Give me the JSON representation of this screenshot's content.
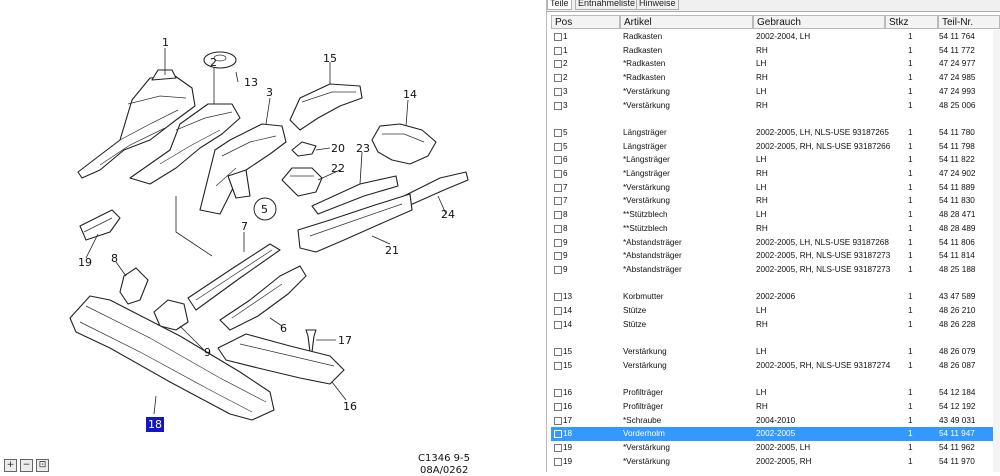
{
  "tabs": [
    "Teile",
    "Entnahmeliste",
    "Hinweise"
  ],
  "columns": [
    "Pos",
    "Artikel",
    "Gebrauch",
    "Stkz",
    "Teil-Nr."
  ],
  "rows": [
    {
      "pos": "1",
      "artikel": "Radkasten",
      "gebrauch": "2002-2004, LH",
      "stkz": "1",
      "teil": "54 11 764"
    },
    {
      "pos": "1",
      "artikel": "Radkasten",
      "gebrauch": "RH",
      "stkz": "1",
      "teil": "54 11 772"
    },
    {
      "pos": "2",
      "artikel": "*Radkasten",
      "gebrauch": "LH",
      "stkz": "1",
      "teil": "47 24 977"
    },
    {
      "pos": "2",
      "artikel": "*Radkasten",
      "gebrauch": "RH",
      "stkz": "1",
      "teil": "47 24 985"
    },
    {
      "pos": "3",
      "artikel": "*Verstärkung",
      "gebrauch": "LH",
      "stkz": "1",
      "teil": "47 24 993"
    },
    {
      "pos": "3",
      "artikel": "*Verstärkung",
      "gebrauch": "RH",
      "stkz": "1",
      "teil": "48 25 006"
    },
    {
      "blank": true
    },
    {
      "pos": "5",
      "artikel": "Längsträger",
      "gebrauch": "2002-2005, LH, NLS-USE 93187265",
      "stkz": "1",
      "teil": "54 11 780"
    },
    {
      "pos": "5",
      "artikel": "Längsträger",
      "gebrauch": "2002-2005, RH, NLS-USE 93187266",
      "stkz": "1",
      "teil": "54 11 798"
    },
    {
      "pos": "6",
      "artikel": "*Längsträger",
      "gebrauch": "LH",
      "stkz": "1",
      "teil": "54 11 822"
    },
    {
      "pos": "6",
      "artikel": "*Längsträger",
      "gebrauch": "RH",
      "stkz": "1",
      "teil": "47 24 902"
    },
    {
      "pos": "7",
      "artikel": "*Verstärkung",
      "gebrauch": "LH",
      "stkz": "1",
      "teil": "54 11 889"
    },
    {
      "pos": "7",
      "artikel": "*Verstärkung",
      "gebrauch": "RH",
      "stkz": "1",
      "teil": "54 11 830"
    },
    {
      "pos": "8",
      "artikel": "**Stützblech",
      "gebrauch": "LH",
      "stkz": "1",
      "teil": "48 28 471"
    },
    {
      "pos": "8",
      "artikel": "**Stützblech",
      "gebrauch": "RH",
      "stkz": "1",
      "teil": "48 28 489"
    },
    {
      "pos": "9",
      "artikel": "*Abstandsträger",
      "gebrauch": "2002-2005, LH, NLS-USE 93187268",
      "stkz": "1",
      "teil": "54 11 806"
    },
    {
      "pos": "9",
      "artikel": "*Abstandsträger",
      "gebrauch": "2002-2005, RH, NLS-USE 93187273",
      "stkz": "1",
      "teil": "54 11 814"
    },
    {
      "pos": "9",
      "artikel": "*Abstandsträger",
      "gebrauch": "2002-2005,  RH, NLS-USE 93187273",
      "stkz": "1",
      "teil": "48 25 188"
    },
    {
      "blank": true
    },
    {
      "pos": "13",
      "artikel": "Korbmutter",
      "gebrauch": "2002-2006",
      "stkz": "1",
      "teil": "43 47 589"
    },
    {
      "pos": "14",
      "artikel": "Stütze",
      "gebrauch": "LH",
      "stkz": "1",
      "teil": "48 26 210"
    },
    {
      "pos": "14",
      "artikel": "Stütze",
      "gebrauch": "RH",
      "stkz": "1",
      "teil": "48 26 228"
    },
    {
      "blank": true
    },
    {
      "pos": "15",
      "artikel": "Verstärkung",
      "gebrauch": "LH",
      "stkz": "1",
      "teil": "48 26 079"
    },
    {
      "pos": "15",
      "artikel": "Verstärkung",
      "gebrauch": "2002-2005, RH, NLS-USE 93187274",
      "stkz": "1",
      "teil": "48 26 087"
    },
    {
      "blank": true
    },
    {
      "pos": "16",
      "artikel": "Profilträger",
      "gebrauch": "LH",
      "stkz": "1",
      "teil": "54 12 184"
    },
    {
      "pos": "16",
      "artikel": "Profilträger",
      "gebrauch": "RH",
      "stkz": "1",
      "teil": "54 12 192"
    },
    {
      "pos": "17",
      "artikel": "*Schraube",
      "gebrauch": "2004-2010",
      "stkz": "1",
      "teil": "43 49 031"
    },
    {
      "pos": "18",
      "artikel": "Vorderholm",
      "gebrauch": "2002-2005",
      "stkz": "1",
      "teil": "54 11 947",
      "selected": true
    },
    {
      "pos": "19",
      "artikel": "*Verstärkung",
      "gebrauch": "2002-2005, LH",
      "stkz": "1",
      "teil": "54 11 962"
    },
    {
      "pos": "19",
      "artikel": "*Verstärkung",
      "gebrauch": "2002-2005, RH",
      "stkz": "1",
      "teil": "54 11 970"
    }
  ],
  "diagram": {
    "callouts": [
      "1",
      "2",
      "3",
      "5",
      "6",
      "7",
      "8",
      "9",
      "13",
      "14",
      "15",
      "16",
      "17",
      "18",
      "19",
      "20",
      "21",
      "22",
      "23",
      "24"
    ],
    "selected_callout": "18",
    "code_line1": "C1346 9-5",
    "code_line2": "08A/0262",
    "zoom_buttons": [
      "+",
      "−",
      "⊡"
    ]
  },
  "colors": {
    "selected_row": "#3399ff",
    "selected_callout": "#1515c8"
  }
}
